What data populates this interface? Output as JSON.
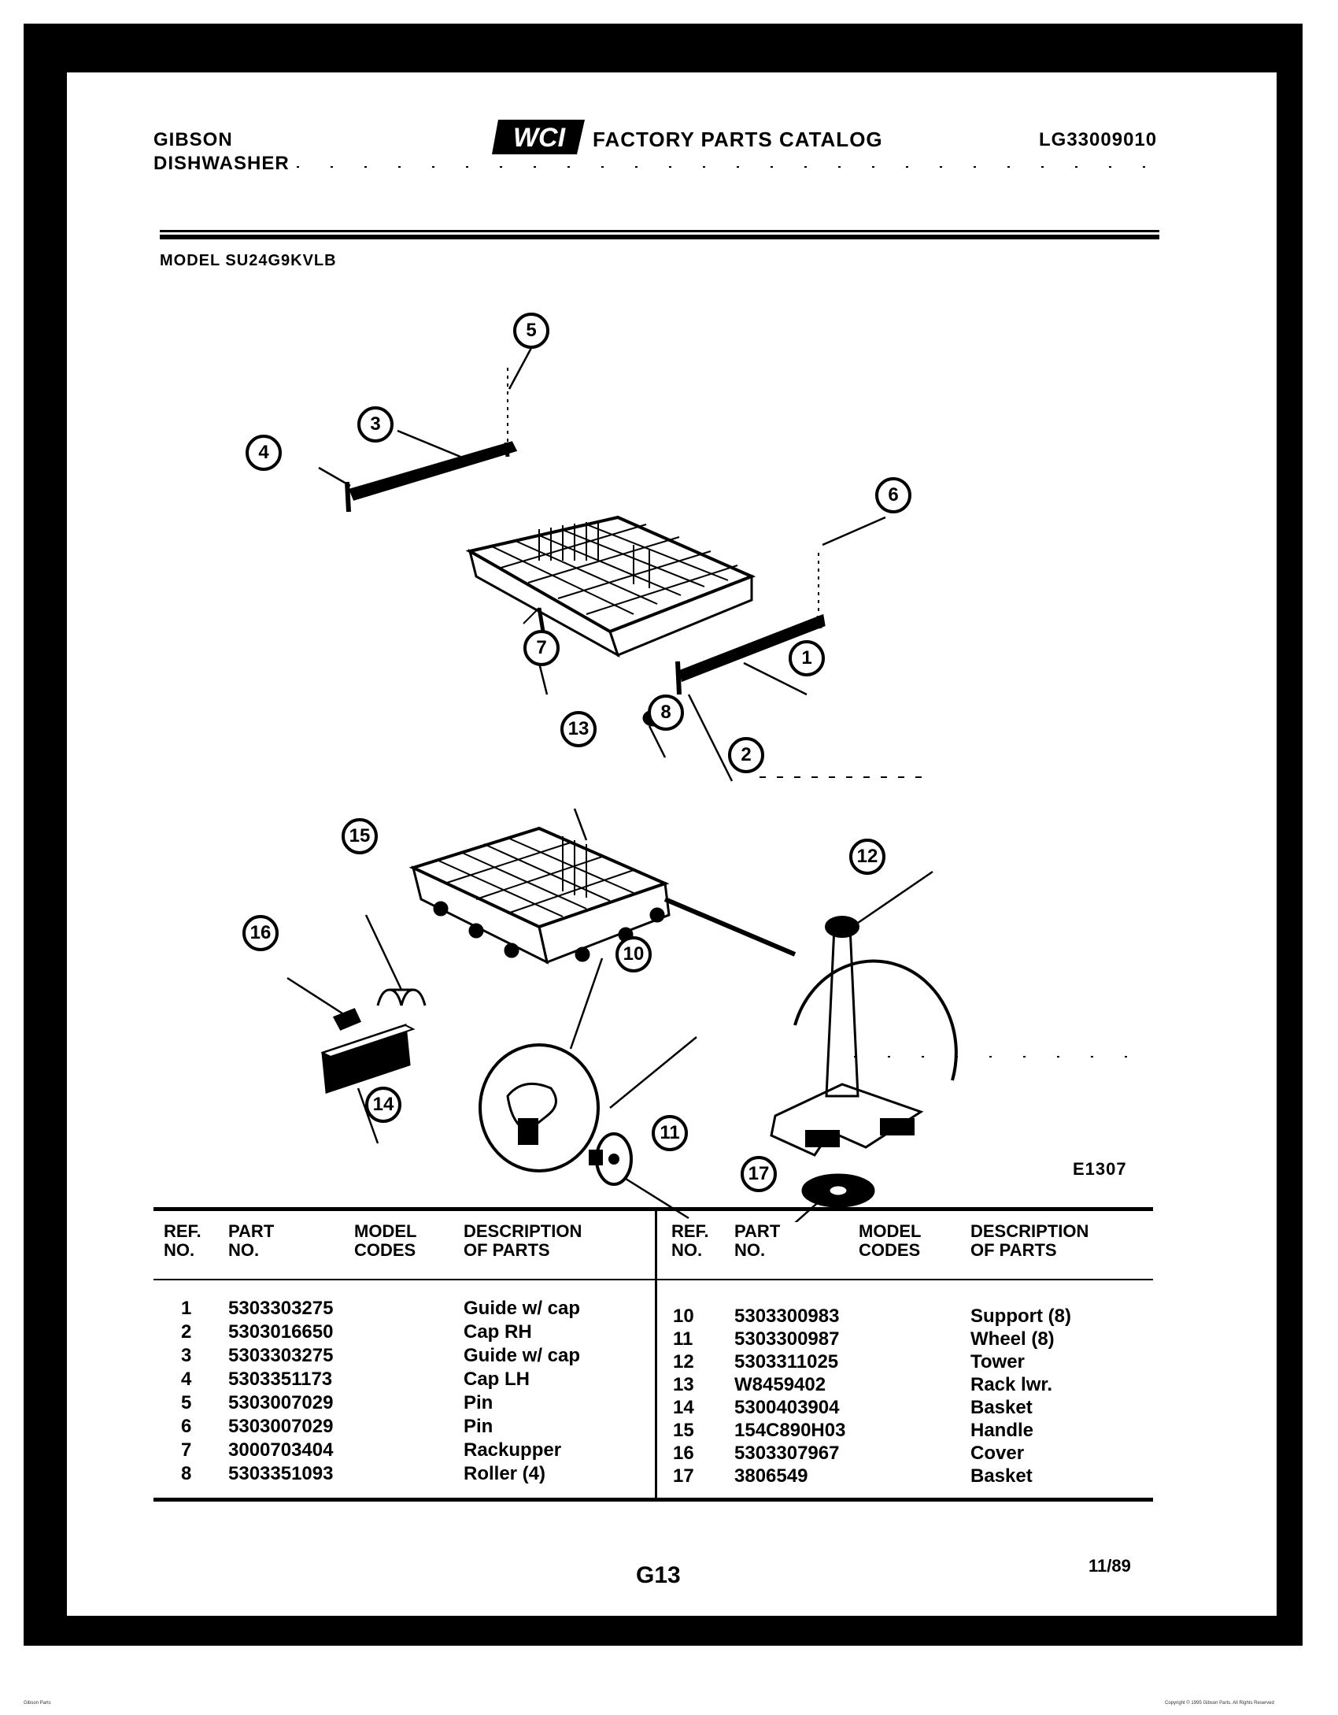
{
  "header": {
    "brand_line1": "GIBSON",
    "brand_line2": "DISHWASHER",
    "logo_text": "WCI",
    "catalog_title": "FACTORY PARTS CATALOG",
    "catalog_code": "LG33009010",
    "model_line": "MODEL SU24G9KVLB"
  },
  "diagram": {
    "code": "E1307",
    "callouts": [
      "1",
      "2",
      "3",
      "4",
      "5",
      "6",
      "7",
      "8",
      "10",
      "11",
      "12",
      "13",
      "14",
      "15",
      "16",
      "17"
    ]
  },
  "table": {
    "headers": {
      "ref": "REF.\nNO.",
      "part": "PART\nNO.",
      "model": "MODEL\nCODES",
      "desc": "DESCRIPTION\nOF PARTS"
    },
    "left_rows": [
      {
        "ref": "1",
        "part": "5303303275",
        "desc": "Guide w/ cap"
      },
      {
        "ref": "2",
        "part": "5303016650",
        "desc": "Cap RH"
      },
      {
        "ref": "3",
        "part": "5303303275",
        "desc": "Guide w/ cap"
      },
      {
        "ref": "4",
        "part": "5303351173",
        "desc": "Cap LH"
      },
      {
        "ref": "5",
        "part": "5303007029",
        "desc": "Pin"
      },
      {
        "ref": "6",
        "part": "5303007029",
        "desc": "Pin"
      },
      {
        "ref": "7",
        "part": "3000703404",
        "desc": "Rackupper"
      },
      {
        "ref": "8",
        "part": "5303351093",
        "desc": "Roller (4)"
      }
    ],
    "right_rows": [
      {
        "ref": "10",
        "part": "5303300983",
        "desc": "Support (8)"
      },
      {
        "ref": "11",
        "part": "5303300987",
        "desc": "Wheel (8)"
      },
      {
        "ref": "12",
        "part": "5303311025",
        "desc": "Tower"
      },
      {
        "ref": "13",
        "part": "W8459402",
        "desc": "Rack lwr."
      },
      {
        "ref": "14",
        "part": "5300403904",
        "desc": "Basket"
      },
      {
        "ref": "15",
        "part": "154C890H03",
        "desc": "Handle"
      },
      {
        "ref": "16",
        "part": "5303307967",
        "desc": "Cover"
      },
      {
        "ref": "17",
        "part": "3806549",
        "desc": "Basket"
      }
    ]
  },
  "footer": {
    "page": "G13",
    "date": "11/89"
  },
  "fineprint": {
    "bottom_left": "Gibson Parts",
    "bottom_right": "Copyright © 1995 Gibson Parts. All Rights Reserved"
  }
}
